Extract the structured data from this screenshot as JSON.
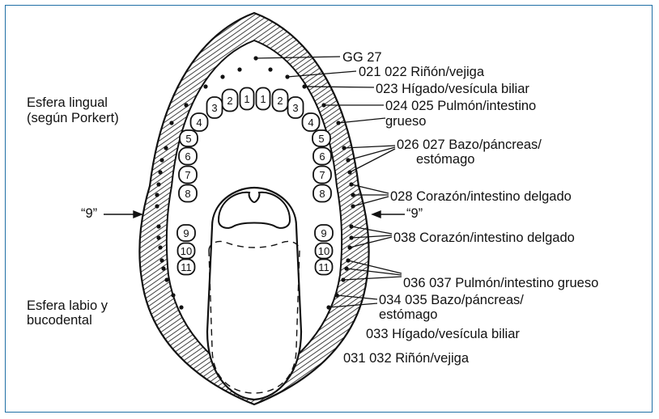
{
  "colors": {
    "frame": "#1f6fa5",
    "ink": "#111111"
  },
  "left_labels": {
    "sphere_lingual_line1": "Esfera lingual",
    "sphere_lingual_line2": "(según Porkert)",
    "nine_left": "“9”",
    "sphere_lip_line1": "Esfera labio y",
    "sphere_lip_line2": "bucodental"
  },
  "right_labels": {
    "gg27": "GG 27",
    "l021": "021 022 Riñón/vejiga",
    "l023": "023 Hígado/vesícula biliar",
    "l024_line1": "024 025 Pulmón/intestino",
    "l024_line2": "grueso",
    "l026_line1": "026 027 Bazo/páncreas/",
    "l026_line2": "estómago",
    "l028": "028 Corazón/intestino delgado",
    "nine_right": "“9”",
    "l038": "038 Corazón/intestino delgado",
    "l036": "036 037 Pulmón/intestino grueso",
    "l034_line1": "034 035 Bazo/páncreas/",
    "l034_line2": "estómago",
    "l033": "033 Hígado/vesícula biliar",
    "l031": "031 032 Riñón/vejiga"
  },
  "teeth": {
    "upper_left": [
      "1",
      "2",
      "3",
      "4",
      "5",
      "6",
      "7",
      "8"
    ],
    "upper_right": [
      "1",
      "2",
      "3",
      "4",
      "5",
      "6",
      "7",
      "8"
    ],
    "lower_left": [
      "9",
      "10",
      "11"
    ],
    "lower_right": [
      "9",
      "10",
      "11"
    ]
  }
}
